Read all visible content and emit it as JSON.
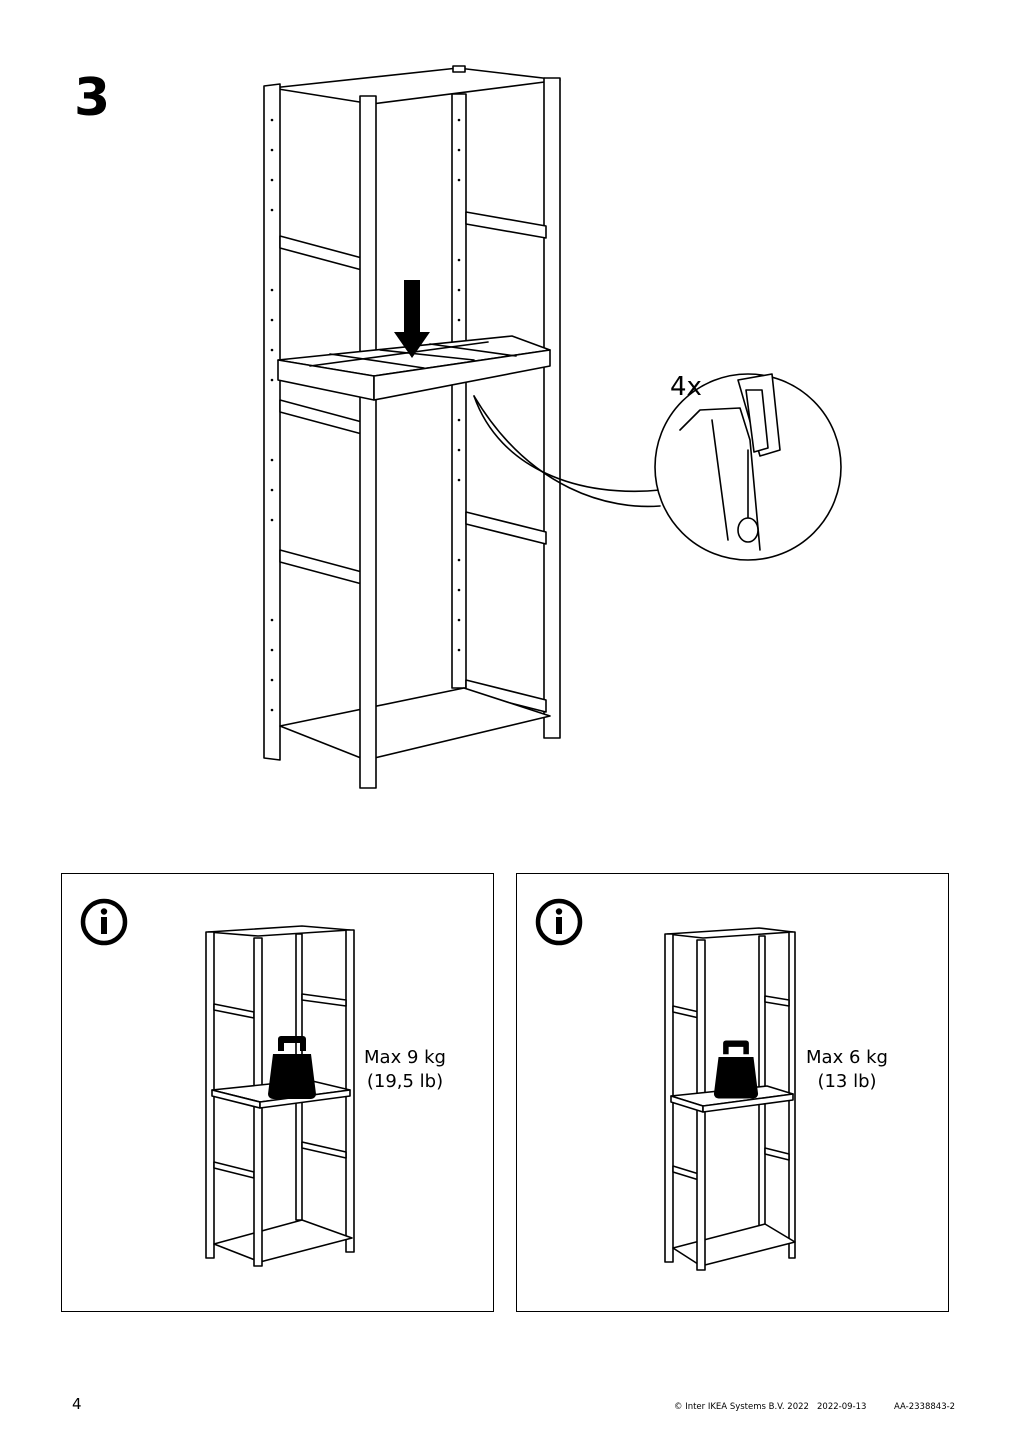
{
  "step": {
    "number": "3"
  },
  "detail": {
    "quantity": "4x"
  },
  "info_boxes": [
    {
      "line1": "Max 9 kg",
      "line2": "(19,5 lb)"
    },
    {
      "line1": "Max 6 kg",
      "line2": "(13 lb)"
    }
  ],
  "footer": {
    "page_number": "4",
    "copyright": "© Inter IKEA Systems B.V. 2022",
    "date": "2022-09-13",
    "doc_id": "AA-2338843-2"
  },
  "icons": [
    "down-arrow-icon",
    "info-icon",
    "weight-icon"
  ]
}
